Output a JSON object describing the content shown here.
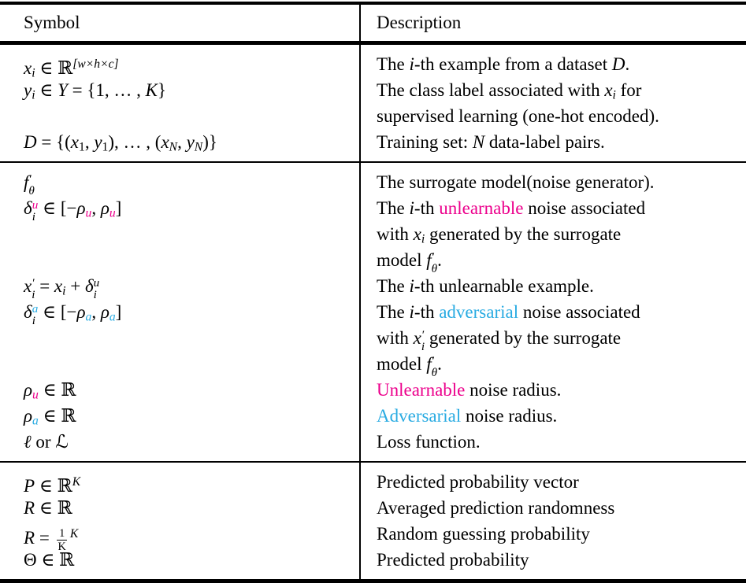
{
  "colors": {
    "magenta": "#EC008C",
    "cyan": "#29ABE2",
    "ink": "#000000"
  },
  "table": {
    "header": {
      "symbol": "Symbol",
      "description": "Description"
    },
    "blocks": [
      {
        "rows": [
          {
            "sym": [
              {
                "s": "m",
                "v": "x"
              },
              {
                "s": "sub",
                "v": "i"
              },
              {
                "s": "t",
                "v": " ∈ "
              },
              {
                "s": "bb",
                "v": "ℝ"
              },
              {
                "s": "sup",
                "v": "[w×h×c]"
              }
            ],
            "desc": [
              {
                "s": "t",
                "v": "The "
              },
              {
                "s": "m",
                "v": "i"
              },
              {
                "s": "t",
                "v": "-th example from a dataset "
              },
              {
                "s": "cal",
                "v": "D"
              },
              {
                "s": "t",
                "v": "."
              }
            ]
          },
          {
            "sym": [
              {
                "s": "m",
                "v": "y"
              },
              {
                "s": "sub",
                "v": "i"
              },
              {
                "s": "t",
                "v": " ∈ "
              },
              {
                "s": "cal",
                "v": "Y"
              },
              {
                "s": "t",
                "v": " = {1, … , "
              },
              {
                "s": "m",
                "v": "K"
              },
              {
                "s": "t",
                "v": "}"
              }
            ],
            "desc": [
              {
                "s": "t",
                "v": "The class label associated with "
              },
              {
                "s": "m",
                "v": "x"
              },
              {
                "s": "sub",
                "v": "i"
              },
              {
                "s": "t",
                "v": " for"
              }
            ]
          },
          {
            "sym": [],
            "desc": [
              {
                "s": "t",
                "v": "supervised learning (one-hot encoded)."
              }
            ]
          },
          {
            "sym": [
              {
                "s": "cal",
                "v": "D"
              },
              {
                "s": "t",
                "v": " = {("
              },
              {
                "s": "m",
                "v": "x"
              },
              {
                "s": "sub",
                "v": "1"
              },
              {
                "s": "t",
                "v": ", "
              },
              {
                "s": "m",
                "v": "y"
              },
              {
                "s": "sub",
                "v": "1"
              },
              {
                "s": "t",
                "v": "), … , ("
              },
              {
                "s": "m",
                "v": "x"
              },
              {
                "s": "sub",
                "v": "N"
              },
              {
                "s": "t",
                "v": ", "
              },
              {
                "s": "m",
                "v": "y"
              },
              {
                "s": "sub",
                "v": "N"
              },
              {
                "s": "t",
                "v": ")}"
              }
            ],
            "desc": [
              {
                "s": "t",
                "v": "Training set: "
              },
              {
                "s": "m",
                "v": "N"
              },
              {
                "s": "t",
                "v": " data-label pairs."
              }
            ]
          }
        ]
      },
      {
        "rows": [
          {
            "sym": [
              {
                "s": "m",
                "v": "f"
              },
              {
                "s": "ss",
                "up": "′",
                "dn": "θ"
              }
            ],
            "desc": [
              {
                "s": "t",
                "v": "The surrogate model(noise generator)."
              }
            ]
          },
          {
            "sym": [
              {
                "s": "m",
                "v": "δ"
              },
              {
                "s": "ss",
                "up": "u",
                "dn": "i",
                "uc": "magenta"
              },
              {
                "s": "t",
                "v": " ∈ [−"
              },
              {
                "s": "m",
                "v": "ρ"
              },
              {
                "s": "sub",
                "v": "u",
                "c": "magenta"
              },
              {
                "s": "t",
                "v": ", "
              },
              {
                "s": "m",
                "v": "ρ"
              },
              {
                "s": "sub",
                "v": "u",
                "c": "magenta"
              },
              {
                "s": "t",
                "v": "]"
              }
            ],
            "desc": [
              {
                "s": "t",
                "v": "The "
              },
              {
                "s": "m",
                "v": "i"
              },
              {
                "s": "t",
                "v": "-th "
              },
              {
                "s": "t",
                "v": "unlearnable",
                "c": "magenta"
              },
              {
                "s": "t",
                "v": " noise associated"
              }
            ]
          },
          {
            "sym": [],
            "desc": [
              {
                "s": "t",
                "v": "with "
              },
              {
                "s": "m",
                "v": "x"
              },
              {
                "s": "sub",
                "v": "i"
              },
              {
                "s": "t",
                "v": " generated by the surrogate"
              }
            ]
          },
          {
            "sym": [],
            "desc": [
              {
                "s": "t",
                "v": "model "
              },
              {
                "s": "m",
                "v": "f"
              },
              {
                "s": "ss",
                "up": "′",
                "dn": "θ"
              },
              {
                "s": "t",
                "v": "."
              }
            ]
          },
          {
            "sym": [
              {
                "s": "m",
                "v": "x"
              },
              {
                "s": "ss",
                "up": "′",
                "dn": "i"
              },
              {
                "s": "t",
                "v": " = "
              },
              {
                "s": "m",
                "v": "x"
              },
              {
                "s": "sub",
                "v": "i"
              },
              {
                "s": "t",
                "v": " + "
              },
              {
                "s": "m",
                "v": "δ"
              },
              {
                "s": "ss",
                "up": "u",
                "dn": "i"
              }
            ],
            "desc": [
              {
                "s": "t",
                "v": "The "
              },
              {
                "s": "m",
                "v": "i"
              },
              {
                "s": "t",
                "v": "-th unlearnable example."
              }
            ]
          },
          {
            "sym": [
              {
                "s": "m",
                "v": "δ"
              },
              {
                "s": "ss",
                "up": "a",
                "dn": "i",
                "uc": "cyan"
              },
              {
                "s": "t",
                "v": " ∈ [−"
              },
              {
                "s": "m",
                "v": "ρ"
              },
              {
                "s": "sub",
                "v": "a",
                "c": "cyan"
              },
              {
                "s": "t",
                "v": ", "
              },
              {
                "s": "m",
                "v": "ρ"
              },
              {
                "s": "sub",
                "v": "a",
                "c": "cyan"
              },
              {
                "s": "t",
                "v": "]"
              }
            ],
            "desc": [
              {
                "s": "t",
                "v": "The "
              },
              {
                "s": "m",
                "v": "i"
              },
              {
                "s": "t",
                "v": "-th "
              },
              {
                "s": "t",
                "v": "adversarial",
                "c": "cyan"
              },
              {
                "s": "t",
                "v": " noise associated"
              }
            ]
          },
          {
            "sym": [],
            "desc": [
              {
                "s": "t",
                "v": "with "
              },
              {
                "s": "m",
                "v": "x"
              },
              {
                "s": "ss",
                "up": "′",
                "dn": "i"
              },
              {
                "s": "t",
                "v": " generated by the surrogate"
              }
            ]
          },
          {
            "sym": [],
            "desc": [
              {
                "s": "t",
                "v": "model "
              },
              {
                "s": "m",
                "v": "f"
              },
              {
                "s": "ss",
                "up": "′",
                "dn": "θ"
              },
              {
                "s": "t",
                "v": "."
              }
            ]
          },
          {
            "sym": [
              {
                "s": "m",
                "v": "ρ"
              },
              {
                "s": "sub",
                "v": "u",
                "c": "magenta"
              },
              {
                "s": "t",
                "v": " ∈ "
              },
              {
                "s": "bb",
                "v": "ℝ"
              }
            ],
            "desc": [
              {
                "s": "t",
                "v": "Unlearnable",
                "c": "magenta"
              },
              {
                "s": "t",
                "v": " noise radius."
              }
            ]
          },
          {
            "sym": [
              {
                "s": "m",
                "v": "ρ"
              },
              {
                "s": "sub",
                "v": "a",
                "c": "cyan"
              },
              {
                "s": "t",
                "v": " ∈ "
              },
              {
                "s": "bb",
                "v": "ℝ"
              }
            ],
            "desc": [
              {
                "s": "t",
                "v": "Adversarial",
                "c": "cyan"
              },
              {
                "s": "t",
                "v": " noise radius."
              }
            ]
          },
          {
            "sym": [
              {
                "s": "m",
                "v": "ℓ"
              },
              {
                "s": "t",
                "v": " or "
              },
              {
                "s": "cal",
                "v": "ℒ"
              }
            ],
            "desc": [
              {
                "s": "t",
                "v": "Loss function."
              }
            ]
          }
        ]
      },
      {
        "rows": [
          {
            "sym": [
              {
                "s": "m",
                "v": "P"
              },
              {
                "s": "t",
                "v": " ∈ "
              },
              {
                "s": "bb",
                "v": "ℝ"
              },
              {
                "s": "sup",
                "v": "K"
              }
            ],
            "desc": [
              {
                "s": "t",
                "v": "Predicted probability vector"
              }
            ]
          },
          {
            "sym": [
              {
                "s": "m",
                "v": "R"
              },
              {
                "s": "t",
                "v": " ∈ "
              },
              {
                "s": "bb",
                "v": "ℝ"
              }
            ],
            "desc": [
              {
                "s": "t",
                "v": "Averaged prediction randomness"
              }
            ]
          },
          {
            "sym": [
              {
                "s": "cal",
                "v": "R"
              },
              {
                "s": "t",
                "v": " = "
              },
              {
                "s": "fr",
                "n": "1",
                "d": "K"
              },
              {
                "s": "sup",
                "v": "K"
              }
            ],
            "desc": [
              {
                "s": "t",
                "v": "Random guessing probability"
              }
            ]
          },
          {
            "sym": [
              {
                "s": "t",
                "v": "Θ ∈ "
              },
              {
                "s": "bb",
                "v": "ℝ"
              }
            ],
            "desc": [
              {
                "s": "t",
                "v": "Predicted probability"
              }
            ]
          }
        ]
      }
    ]
  }
}
